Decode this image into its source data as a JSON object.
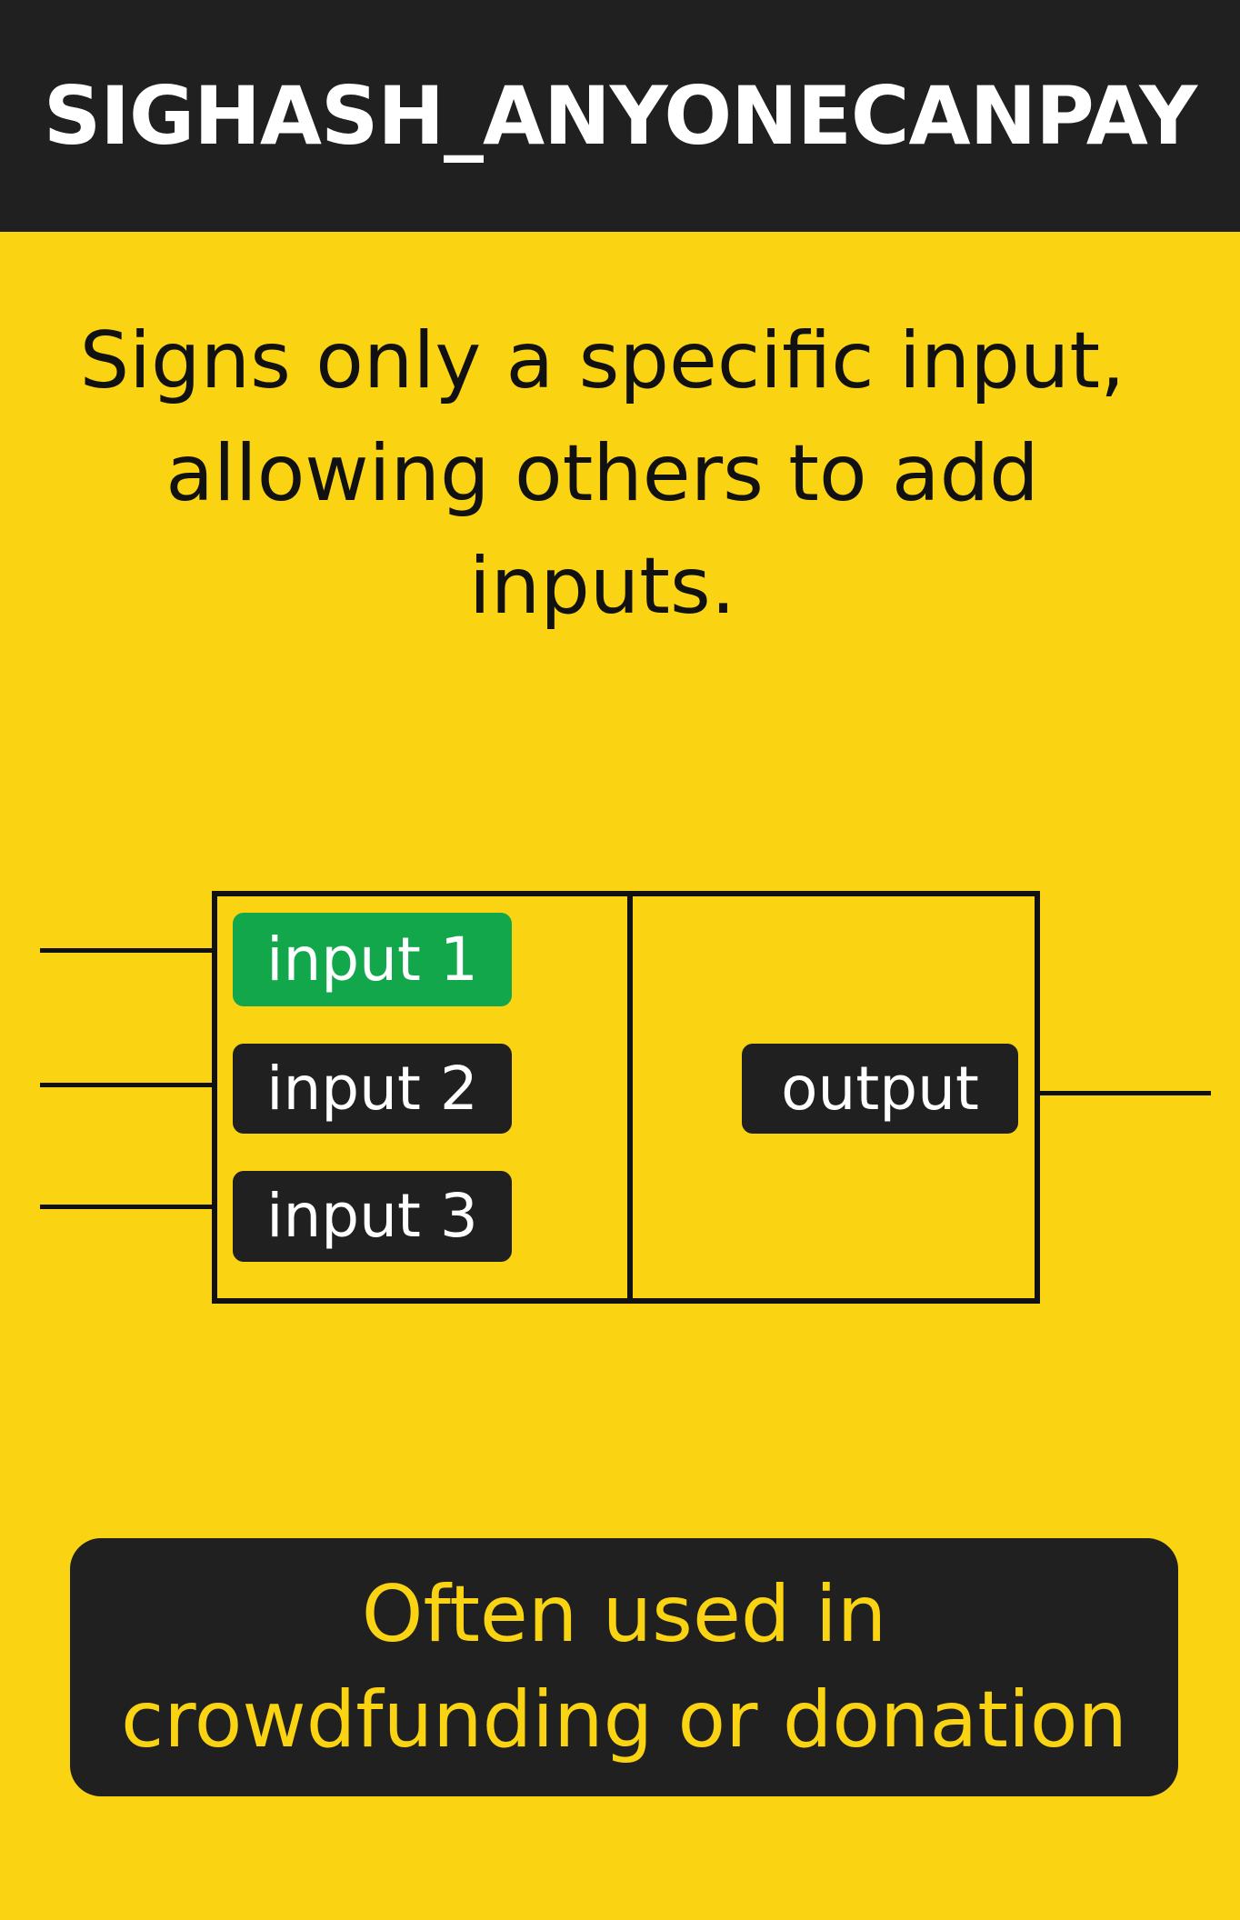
{
  "header": {
    "title": "SIGHASH_ANYONECANPAY"
  },
  "description": {
    "text": "Signs only a specific input, allowing others to add inputs."
  },
  "diagram": {
    "inputs": [
      {
        "label": "input 1",
        "signed": true
      },
      {
        "label": "input 2",
        "signed": false
      },
      {
        "label": "input 3",
        "signed": false
      }
    ],
    "output": {
      "label": "output"
    }
  },
  "note": {
    "text": "Often used in crowdfunding or donation"
  },
  "colors": {
    "background": "#fad313",
    "header": "#202020",
    "signed_input": "#12a74b",
    "pill": "#202020",
    "note_text": "#fad313"
  }
}
